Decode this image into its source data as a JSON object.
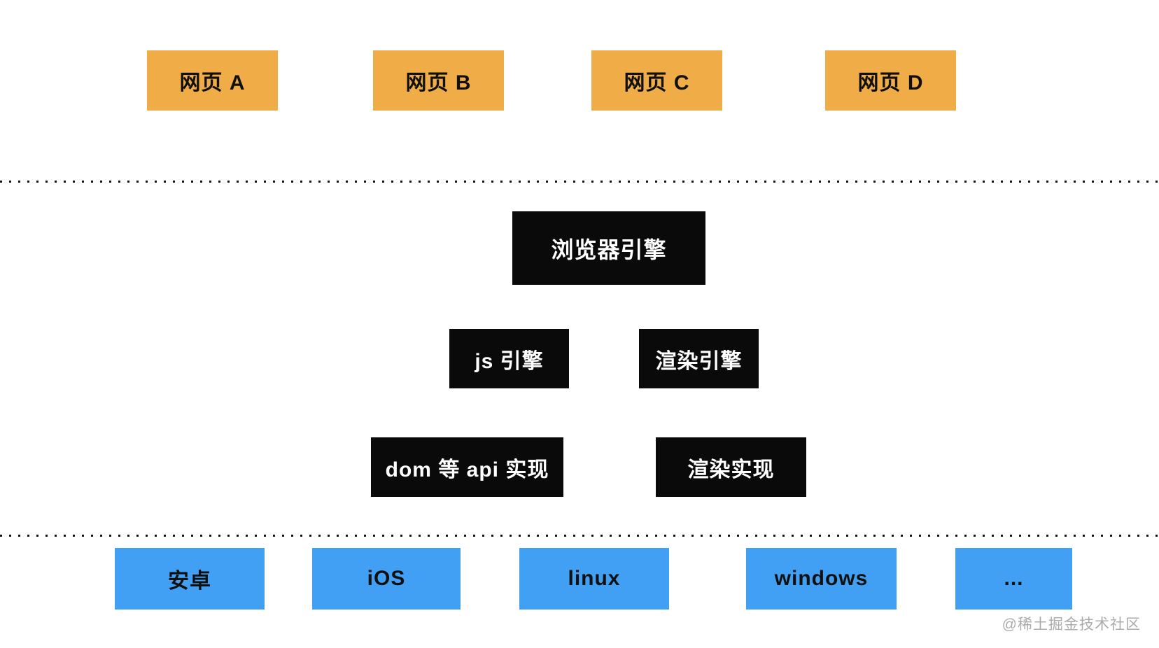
{
  "diagram": {
    "title_implied": "browser-architecture-diagram",
    "webpages": [
      {
        "label": "网页 A"
      },
      {
        "label": "网页 B"
      },
      {
        "label": "网页 C"
      },
      {
        "label": "网页 D"
      }
    ],
    "browser_engine": {
      "label": "浏览器引擎"
    },
    "engines": [
      {
        "label": "js 引擎"
      },
      {
        "label": "渲染引擎"
      }
    ],
    "implementations": [
      {
        "label": "dom 等 api 实现"
      },
      {
        "label": "渲染实现"
      }
    ],
    "platforms": [
      {
        "label": "安卓"
      },
      {
        "label": "iOS"
      },
      {
        "label": "linux"
      },
      {
        "label": "windows"
      },
      {
        "label": "..."
      }
    ],
    "watermark": "@稀土掘金技术社区",
    "colors": {
      "webpage_box": "#EFAC47",
      "engine_box": "#0A0A0A",
      "platform_box": "#41A0F4",
      "engine_text": "#FFFFFF",
      "box_text": "#101010",
      "separator": "#141414",
      "watermark_text": "#ABABAB",
      "background": "#FFFFFF"
    }
  }
}
